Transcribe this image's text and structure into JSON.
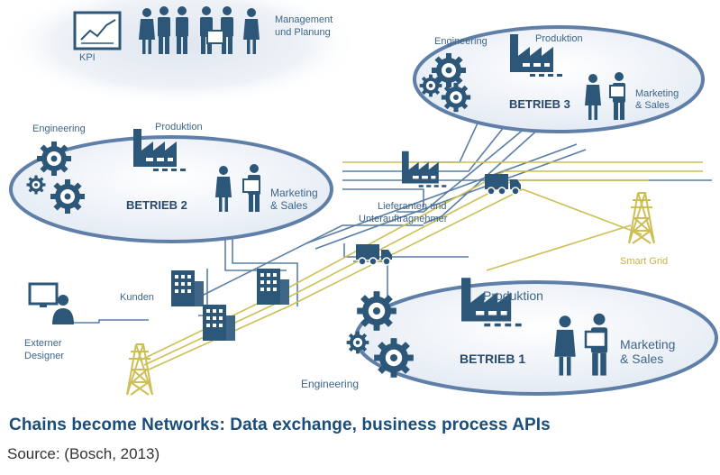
{
  "labels": {
    "kpi": "KPI",
    "management": [
      "Management",
      "und Planung"
    ],
    "engineering": "Engineering",
    "produktion": "Produktion",
    "marketing": [
      "Marketing",
      "& Sales"
    ],
    "betrieb1": "BETRIEB 1",
    "betrieb2": "BETRIEB 2",
    "betrieb3": "BETRIEB 3",
    "lieferanten": [
      "Lieferanten und",
      "Unterauftragnehmer"
    ],
    "smart_grid": "Smart Grid",
    "kunden": "Kunden",
    "designer": [
      "Externer",
      "Designer"
    ]
  },
  "caption": "Chains become Networks: Data exchange, business process APIs",
  "source": "Source: (Bosch, 2013)",
  "colors": {
    "dark_blue": "#2d5779",
    "mid_blue": "#3f6587",
    "ring": "#5f7fa8",
    "ring_fill": "#eef2f8",
    "line": "#5a7ea6",
    "yellow": "#cdbf56"
  }
}
